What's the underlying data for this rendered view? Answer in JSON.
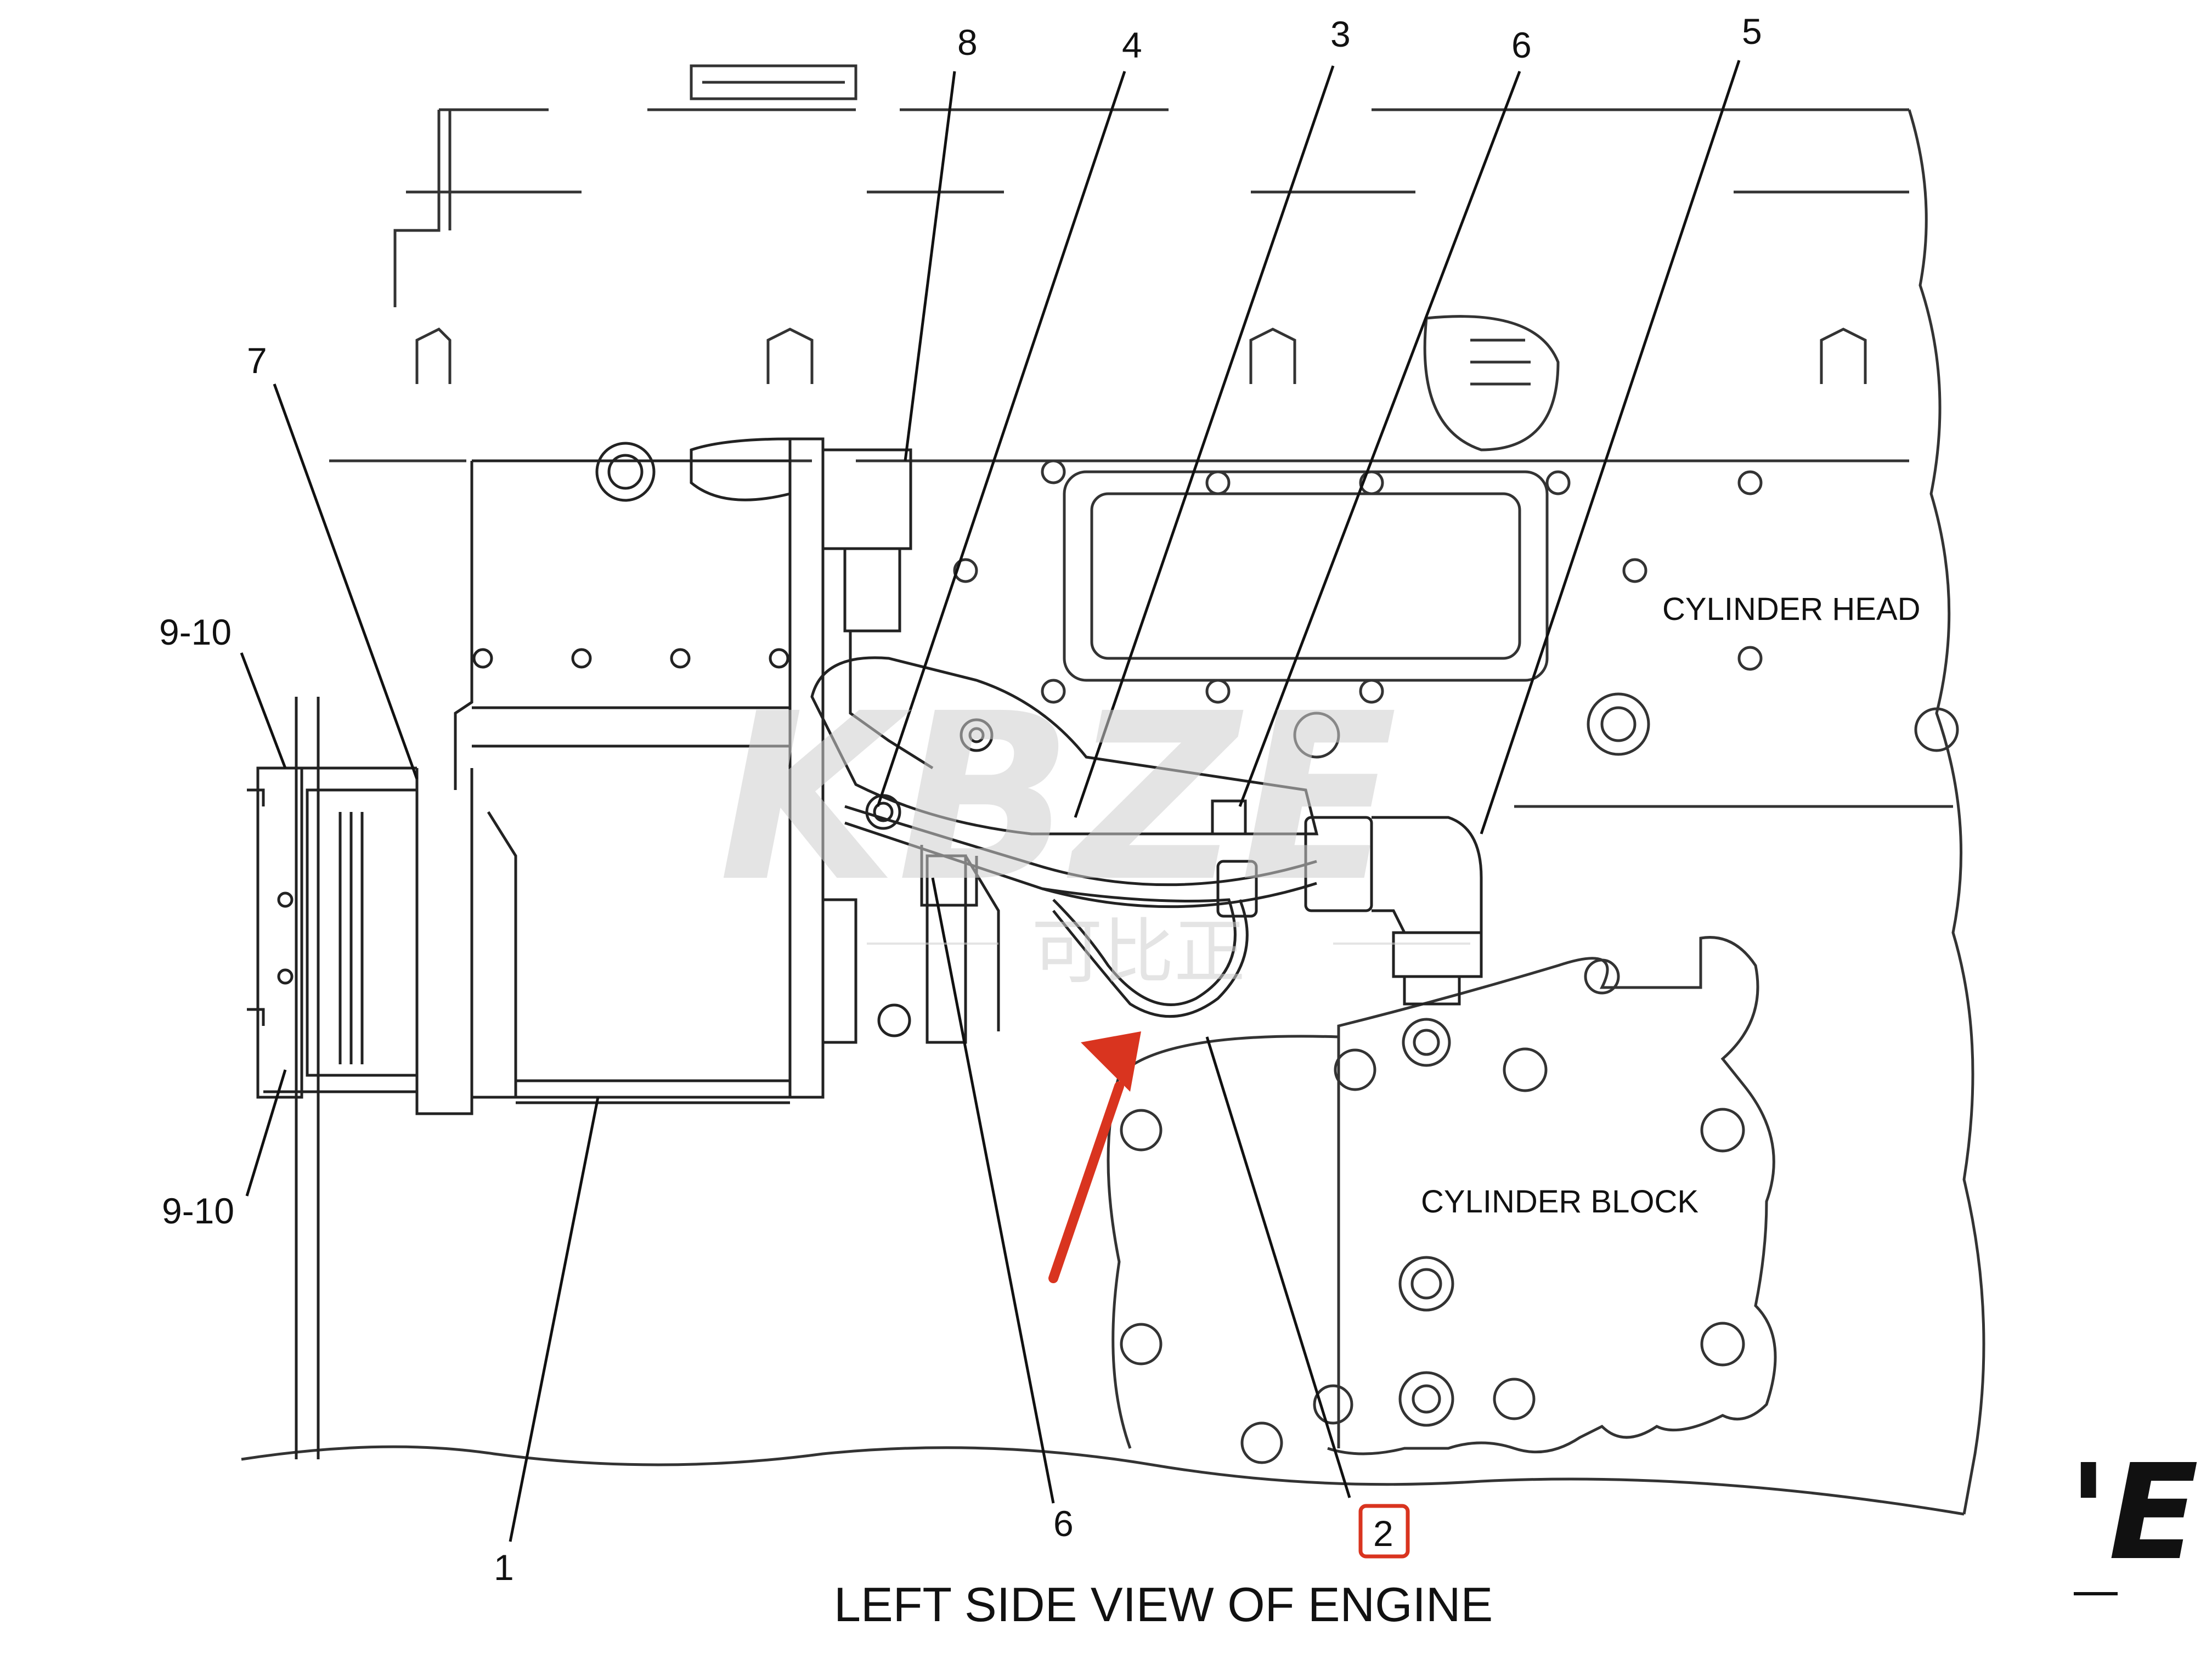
{
  "diagram": {
    "caption": "LEFT SIDE VIEW OF ENGINE",
    "region_labels": {
      "cylinder_head": "CYLINDER HEAD",
      "cylinder_block": "CYLINDER BLOCK"
    },
    "callouts": {
      "c1": "1",
      "c2": "2",
      "c3": "3",
      "c4": "4",
      "c5": "5",
      "c6_top": "6",
      "c6_bottom": "6",
      "c7": "7",
      "c8": "8",
      "c9_10_top": "9-10",
      "c9_10_bottom": "9-10"
    },
    "highlighted_callout": "2",
    "watermark": {
      "brand": "KBZE",
      "subtext": "可比正",
      "corner_mark": "'E"
    },
    "colors": {
      "line": "#222222",
      "highlight": "#d9341f",
      "watermark": "#cfcfcf",
      "watermark_accent": "#f0b878"
    }
  }
}
